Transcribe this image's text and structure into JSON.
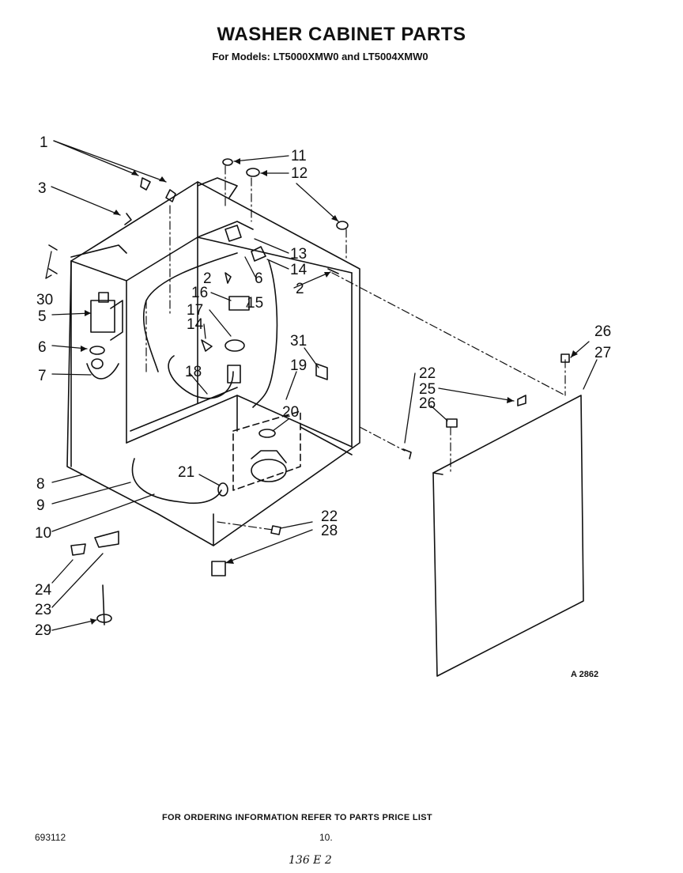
{
  "header": {
    "title": "WASHER CABINET PARTS",
    "subtitle": "For Models: LT5000XMW0 and LT5004XMW0"
  },
  "diagram": {
    "code": "A 2862",
    "callouts": [
      "1",
      "3",
      "30",
      "5",
      "6",
      "7",
      "8",
      "9",
      "10",
      "24",
      "23",
      "29",
      "11",
      "12",
      "13",
      "14",
      "2",
      "6",
      "16",
      "15",
      "17",
      "14",
      "18",
      "31",
      "19",
      "20",
      "21",
      "22",
      "28",
      "22",
      "25",
      "26",
      "26",
      "27",
      "2"
    ]
  },
  "footer": {
    "note": "FOR ORDERING INFORMATION REFER TO PARTS PRICE LIST",
    "doc_number": "693112",
    "page_number": "10.",
    "handwritten": "136 E 2"
  }
}
